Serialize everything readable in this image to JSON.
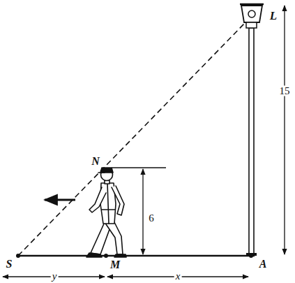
{
  "diagram": {
    "labels": [
      "L",
      "N",
      "6",
      "15",
      "S",
      "y",
      "M",
      "x",
      "A"
    ]
  }
}
